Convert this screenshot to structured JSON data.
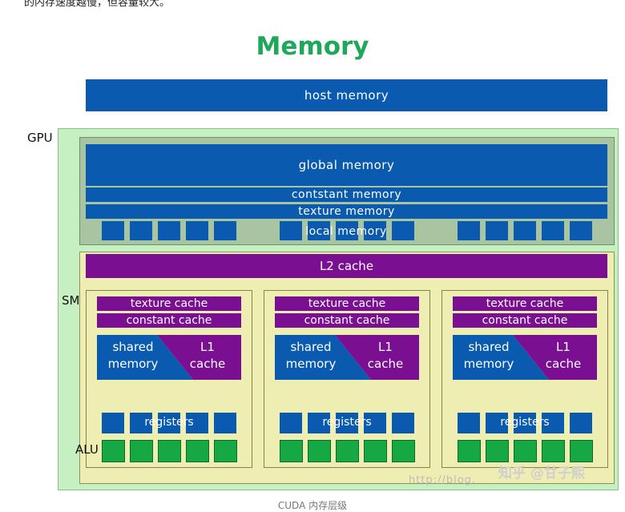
{
  "intro_text": "的内存速度越慢，但容量较大。",
  "title": "Memory",
  "host_memory": "host memory",
  "gpu_label": "GPU",
  "global_memory": "global memory",
  "constant_memory": "contstant memory",
  "texture_memory": "texture memory",
  "local_memory": "local memory",
  "l2_cache": "L2 cache",
  "sm_label": "SM",
  "alu_label": "ALU",
  "sm_blocks": [
    {
      "texture_cache": "texture cache",
      "constant_cache": "constant cache",
      "shared": "shared",
      "memory": "memory",
      "l1": "L1",
      "cache": "cache",
      "registers": "registers"
    },
    {
      "texture_cache": "texture cache",
      "constant_cache": "constant cache",
      "shared": "shared",
      "memory": "memory",
      "l1": "L1",
      "cache": "cache",
      "registers": "registers"
    },
    {
      "texture_cache": "texture cache",
      "constant_cache": "constant cache",
      "shared": "shared",
      "memory": "memory",
      "l1": "L1",
      "cache": "cache",
      "registers": "registers"
    }
  ],
  "caption": "CUDA 内存层级",
  "watermark_url": "http://blog.",
  "watermark_zhihu": "知乎 @甘子熙",
  "colors": {
    "title": "#1fa85a",
    "blue": "#0a5bb0",
    "purple": "#7a0f92",
    "alu_green": "#16a845",
    "gpu_bg": "#c6f0c2",
    "sm_bg": "#eeeeb3"
  }
}
